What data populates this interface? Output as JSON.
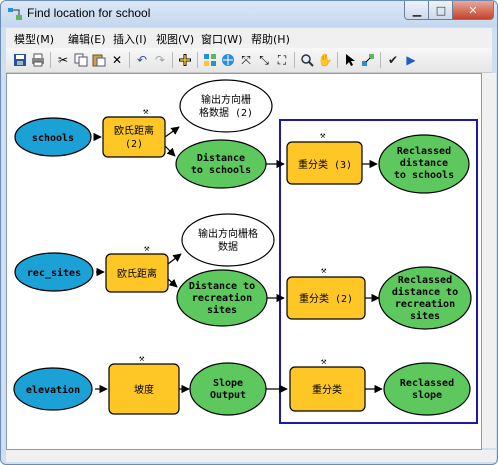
{
  "window": {
    "title": "Find location for school"
  },
  "menu": [
    {
      "label": "模型(M)"
    },
    {
      "label": "编辑(E)"
    },
    {
      "label": "插入(I)"
    },
    {
      "label": "视图(V)"
    },
    {
      "label": "窗口(W)"
    },
    {
      "label": "帮助(H)"
    }
  ],
  "toolbar": {
    "icons": [
      "save-icon",
      "print-icon",
      "cut-icon",
      "copy-icon",
      "paste-icon",
      "delete-icon",
      "undo-icon",
      "redo-icon",
      "add-data-icon",
      "auto-layout-icon",
      "full-extent-icon",
      "zoom-in-icon",
      "zoom-out-icon",
      "fixed-zoom-icon",
      "zoom-tool-icon",
      "pan-icon",
      "select-icon",
      "connect-icon",
      "validate-icon",
      "run-icon"
    ]
  },
  "model": {
    "row1": {
      "input": "schools",
      "tool": [
        "欧氏距离",
        "(2)"
      ],
      "direction": [
        "输出方向栅",
        "格数据 (2)"
      ],
      "distance": [
        "Distance",
        "to schools"
      ],
      "reclass": [
        "重分类 (3)"
      ],
      "result": [
        "Reclassed",
        "distance",
        "to schools"
      ]
    },
    "row2": {
      "input": "rec_sites",
      "tool": [
        "欧氏距离"
      ],
      "direction": [
        "输出方向栅格",
        "数据"
      ],
      "distance": [
        "Distance to",
        "recreation",
        "sites"
      ],
      "reclass": [
        "重分类 (2)"
      ],
      "result": [
        "Reclassed",
        "distance to",
        "recreation",
        "sites"
      ]
    },
    "row3": {
      "input": "elevation",
      "tool": [
        "坡度"
      ],
      "distance": [
        "Slope",
        "Output"
      ],
      "reclass": [
        "重分类"
      ],
      "result": [
        "Reclassed",
        "slope"
      ]
    }
  },
  "colors": {
    "input": "#1ba1d5",
    "tool": "#ffc726",
    "derived": "#5dc85d",
    "direction": "#ffffff",
    "selection": "#1a1aa8"
  }
}
